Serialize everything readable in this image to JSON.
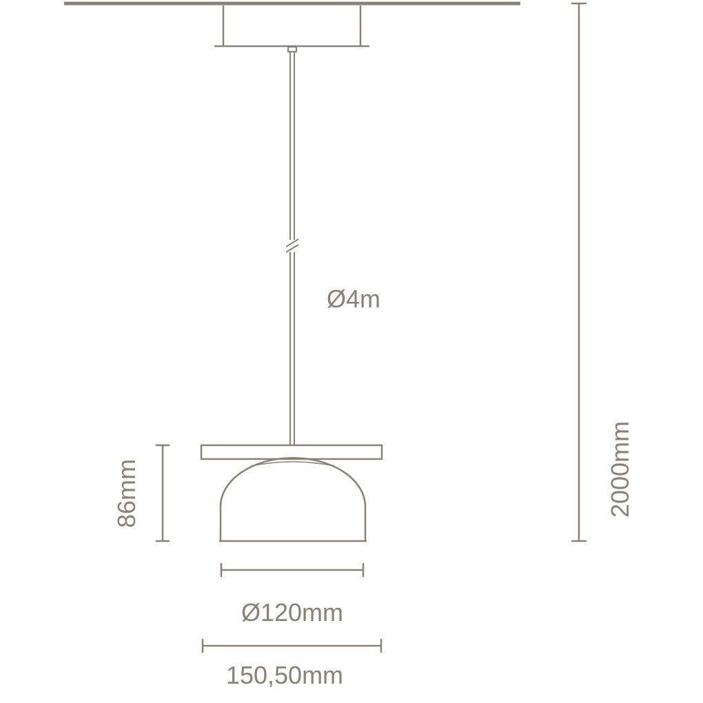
{
  "dimensions": {
    "cable_diameter": "Ø4m",
    "total_height": "2000mm",
    "shade_height": "86mm",
    "shade_diameter": "Ø120mm",
    "plate_width": "150,50mm"
  },
  "colors": {
    "line": "#8a8076",
    "background": "#ffffff"
  }
}
